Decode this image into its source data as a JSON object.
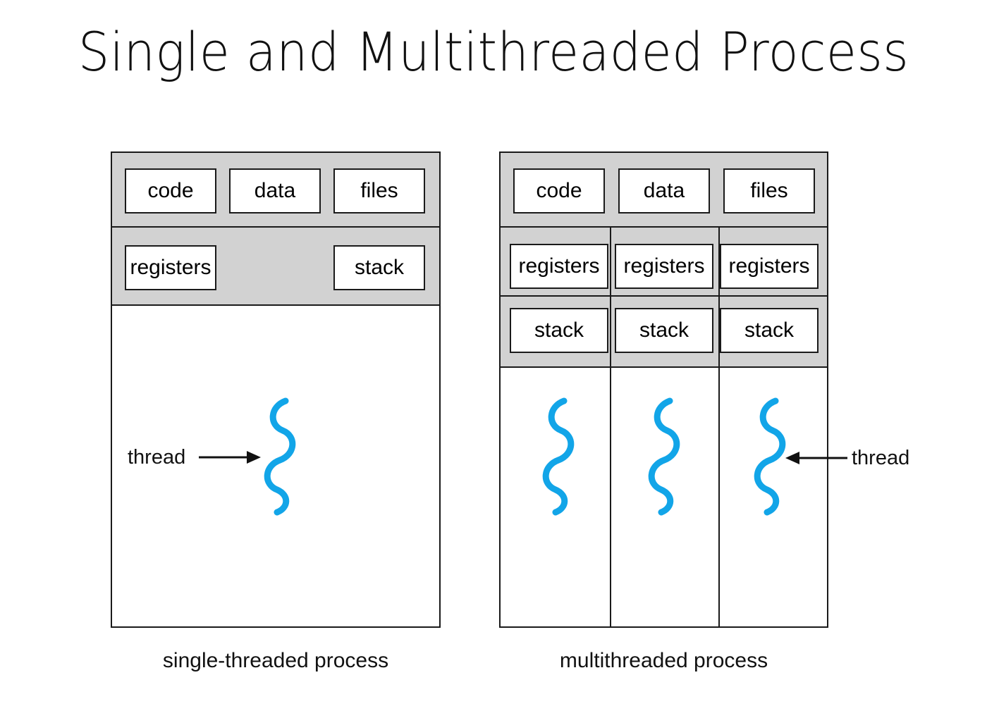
{
  "slide": {
    "title": "Single and Multithreaded Process",
    "background_color": "#ffffff"
  },
  "colors": {
    "thread_blue": "#12A5E8",
    "panel_gray": "#d2d2d2",
    "outline": "#1a1a1a",
    "text": "#111111"
  },
  "diagrams": [
    {
      "id": "single-threaded",
      "caption": "single-threaded process",
      "shared_row": [
        {
          "label": "code"
        },
        {
          "label": "data"
        },
        {
          "label": "files"
        }
      ],
      "thread_row": [
        {
          "label": "registers"
        },
        {
          "label": "stack"
        }
      ],
      "threads": [
        {
          "icon": "thread-squiggle"
        }
      ],
      "annotation": {
        "label": "thread",
        "arrow_direction": "right",
        "arrow_icon": "arrow-right-icon"
      }
    },
    {
      "id": "multithreaded",
      "caption": "multithreaded process",
      "shared_row": [
        {
          "label": "code"
        },
        {
          "label": "data"
        },
        {
          "label": "files"
        }
      ],
      "columns": [
        {
          "registers": "registers",
          "stack": "stack",
          "thread": {
            "icon": "thread-squiggle"
          }
        },
        {
          "registers": "registers",
          "stack": "stack",
          "thread": {
            "icon": "thread-squiggle"
          }
        },
        {
          "registers": "registers",
          "stack": "stack",
          "thread": {
            "icon": "thread-squiggle"
          }
        }
      ],
      "annotation": {
        "label": "thread",
        "arrow_direction": "left",
        "arrow_icon": "arrow-left-icon"
      }
    }
  ]
}
